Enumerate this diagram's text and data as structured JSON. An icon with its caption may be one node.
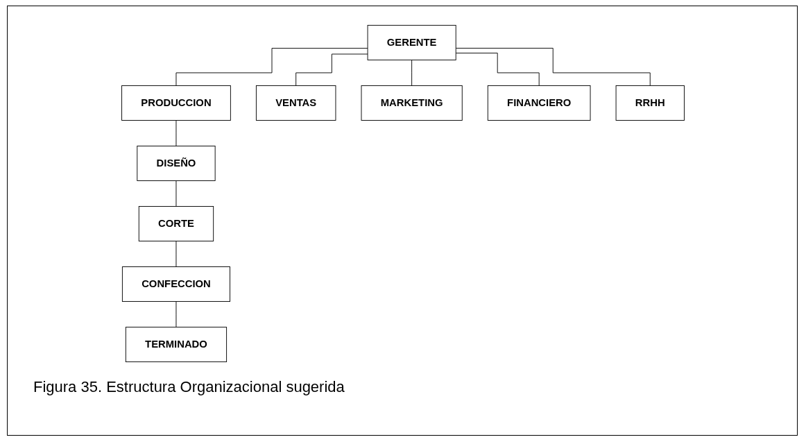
{
  "diagram": {
    "caption": "Figura 35. Estructura Organizacional sugerida",
    "nodes": [
      {
        "text": [
          "GERENTE"
        ]
      },
      {
        "text": [
          "PRODUCCION"
        ]
      },
      {
        "text": [
          "VENTAS"
        ]
      },
      {
        "text": [
          "MARKETING"
        ]
      },
      {
        "text": [
          "FINANCIERO"
        ]
      },
      {
        "text": [
          "RRHH"
        ]
      },
      {
        "text": [
          "DISEÑO"
        ]
      },
      {
        "text": [
          "CORTE"
        ]
      },
      {
        "text": [
          "CONFECCION"
        ]
      },
      {
        "text": [
          "TERMINADO"
        ]
      }
    ],
    "edges": [
      {
        "from": 0,
        "to": 1,
        "arrow": "none"
      },
      {
        "from": 0,
        "to": 2,
        "arrow": "none"
      },
      {
        "from": 0,
        "to": 3,
        "arrow": "none"
      },
      {
        "from": 0,
        "to": 4,
        "arrow": "none"
      },
      {
        "from": 0,
        "to": 5,
        "arrow": "none"
      },
      {
        "from": 1,
        "to": 6,
        "arrow": "none"
      },
      {
        "from": 6,
        "to": 7,
        "arrow": "none"
      },
      {
        "from": 7,
        "to": 8,
        "arrow": "none"
      },
      {
        "from": 8,
        "to": 9,
        "arrow": "none"
      }
    ]
  }
}
